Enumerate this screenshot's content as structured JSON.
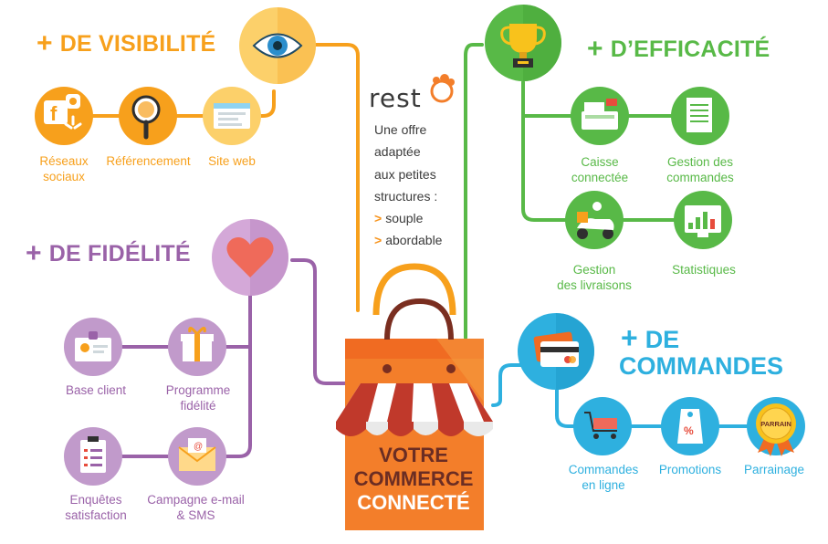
{
  "center": {
    "line1": "VOTRE",
    "line2": "COMMERCE",
    "line3": "CONNECTÉ"
  },
  "logo": {
    "text": "rest"
  },
  "offer": {
    "lines": [
      "Une offre",
      "adaptée",
      "aux petites",
      "structures :"
    ],
    "bullets": [
      "souple",
      "abordable"
    ],
    "bullet_marker": ">"
  },
  "sections": {
    "visibilite": {
      "plus": "+",
      "title": "DE VISIBILITÉ",
      "color": "#f7a01c",
      "hub_icon": "eye-icon",
      "items": [
        {
          "label1": "Réseaux",
          "label2": "sociaux",
          "icon": "social-network-icon"
        },
        {
          "label1": "Référencement",
          "label2": "",
          "icon": "magnifier-icon"
        },
        {
          "label1": "Site web",
          "label2": "",
          "icon": "website-icon"
        }
      ]
    },
    "efficacite": {
      "plus": "+",
      "title": "D’EFFICACITÉ",
      "color": "#58b947",
      "hub_icon": "trophy-icon",
      "items": [
        {
          "label1": "Caisse",
          "label2": "connectée",
          "icon": "cash-register-icon"
        },
        {
          "label1": "Gestion des",
          "label2": "commandes",
          "icon": "order-sheet-icon"
        },
        {
          "label1": "Gestion",
          "label2": "des livraisons",
          "icon": "delivery-scooter-icon"
        },
        {
          "label1": "Statistiques",
          "label2": "",
          "icon": "statistics-icon"
        }
      ]
    },
    "fidelite": {
      "plus": "+",
      "title": "DE FIDÉLITÉ",
      "color": "#9a62a8",
      "hub_icon": "heart-icon",
      "items": [
        {
          "label1": "Base client",
          "label2": "",
          "icon": "client-card-icon"
        },
        {
          "label1": "Programme",
          "label2": "fidélité",
          "icon": "gift-icon"
        },
        {
          "label1": "Enquêtes",
          "label2": "satisfaction",
          "icon": "clipboard-icon"
        },
        {
          "label1": "Campagne e-mail",
          "label2": "& SMS",
          "icon": "email-icon"
        }
      ]
    },
    "commandes": {
      "plus": "+",
      "title1": "DE",
      "title2": "COMMANDES",
      "color": "#2eb0df",
      "hub_icon": "credit-card-icon",
      "items": [
        {
          "label1": "Commandes",
          "label2": "en ligne",
          "icon": "shopping-cart-icon"
        },
        {
          "label1": "Promotions",
          "label2": "",
          "icon": "price-tag-icon"
        },
        {
          "label1": "Parrainage",
          "label2": "",
          "icon": "badge-icon",
          "badge_text": "PARRAIN"
        }
      ]
    }
  }
}
